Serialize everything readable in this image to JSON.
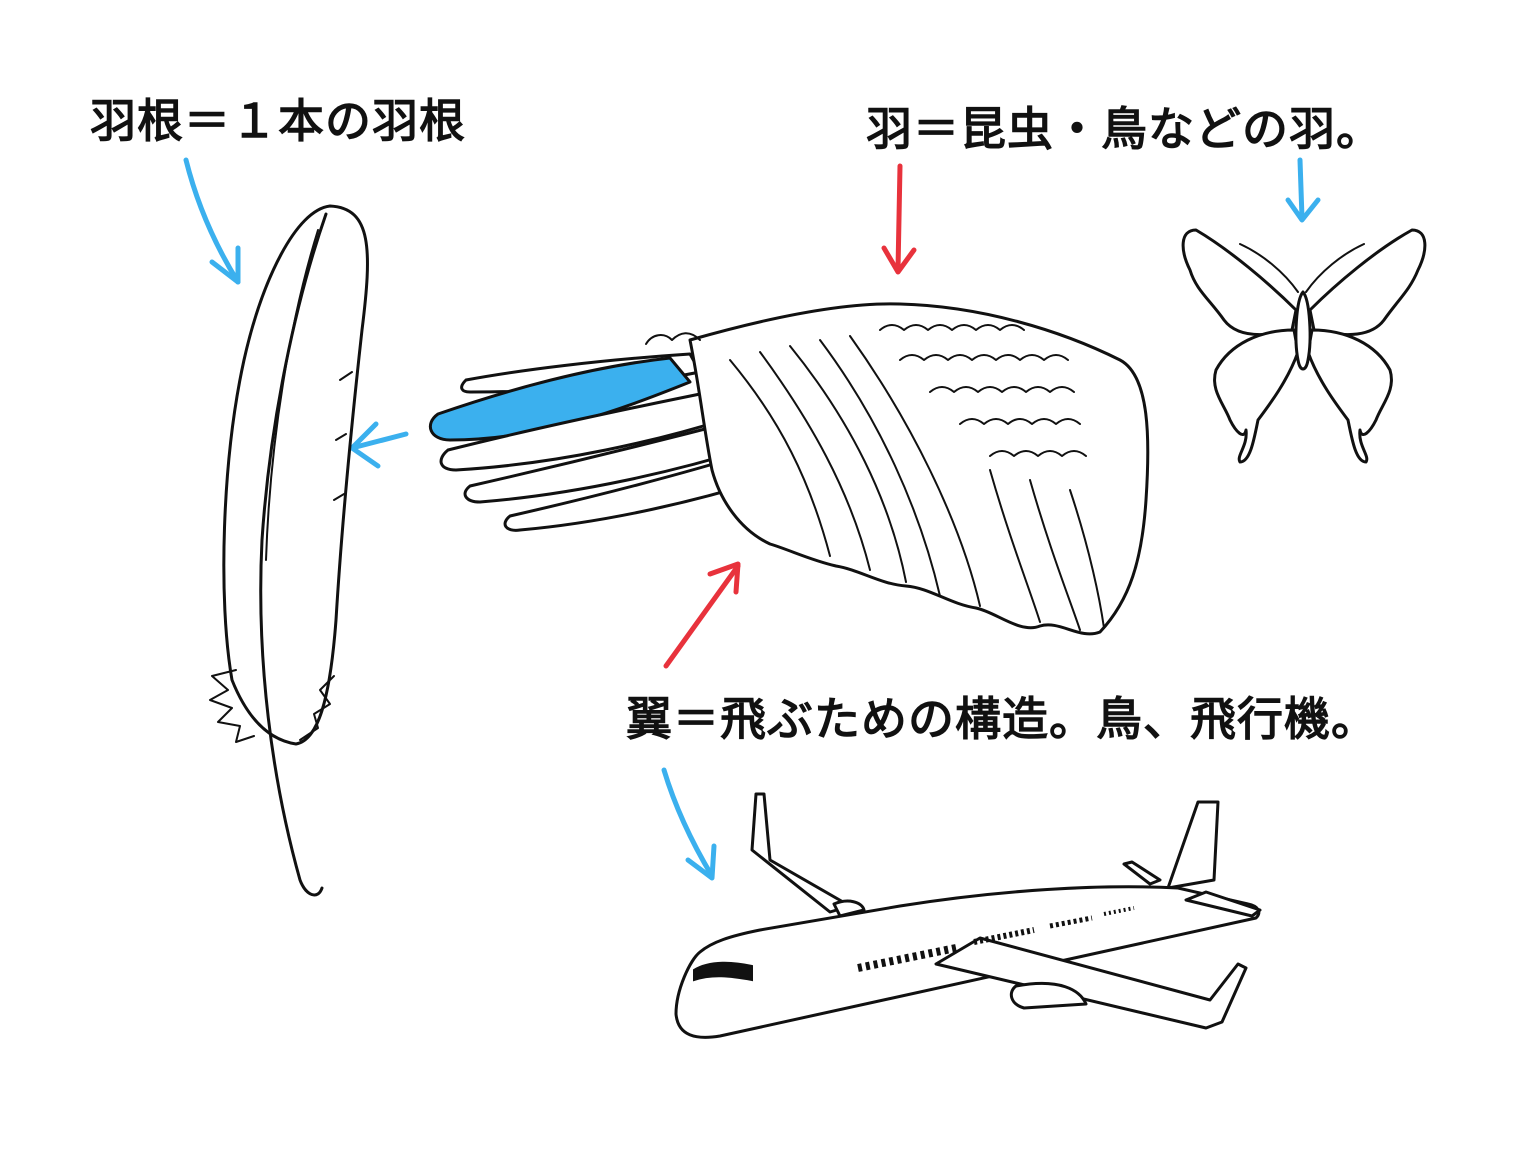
{
  "labels": {
    "feather": "羽根＝１本の羽根",
    "wing": "羽＝昆虫・鳥などの羽。",
    "tsubasa": "翼＝飛ぶための構造。鳥、飛行機。"
  },
  "colors": {
    "blue_arrow": "#3bb0ee",
    "red_arrow": "#e8323c",
    "highlight_feather": "#3bb0ee",
    "ink": "#111111"
  },
  "icons": [
    "feather-icon",
    "bird-wing-icon",
    "butterfly-icon",
    "airplane-icon"
  ]
}
